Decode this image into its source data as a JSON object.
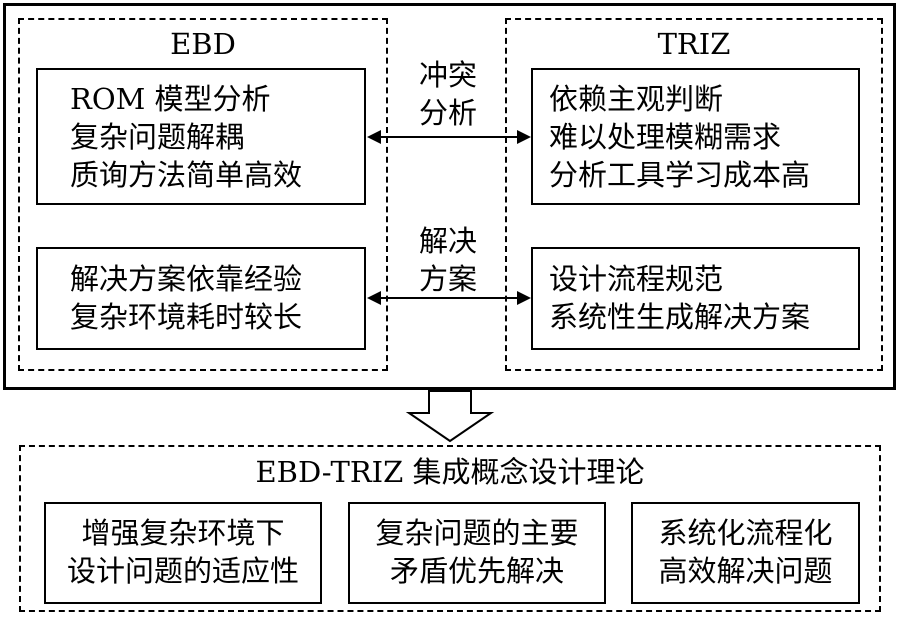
{
  "ebd": {
    "title": "EBD",
    "box1": [
      "ROM 模型分析",
      "复杂问题解耦",
      "质询方法简单高效"
    ],
    "box2": [
      "解决方案依靠经验",
      "复杂环境耗时较长"
    ]
  },
  "triz": {
    "title": "TRIZ",
    "box1": [
      "依赖主观判断",
      "难以处理模糊需求",
      "分析工具学习成本高"
    ],
    "box2": [
      "设计流程规范",
      "系统性生成解决方案"
    ]
  },
  "arrows": {
    "top": [
      "冲突",
      "分析"
    ],
    "bottom": [
      "解决",
      "方案"
    ]
  },
  "result": {
    "title": "EBD-TRIZ 集成概念设计理论",
    "items": [
      [
        "增强复杂环境下",
        "设计问题的适应性"
      ],
      [
        "复杂问题的主要",
        "矛盾优先解决"
      ],
      [
        "系统化流程化",
        "高效解决问题"
      ]
    ]
  }
}
